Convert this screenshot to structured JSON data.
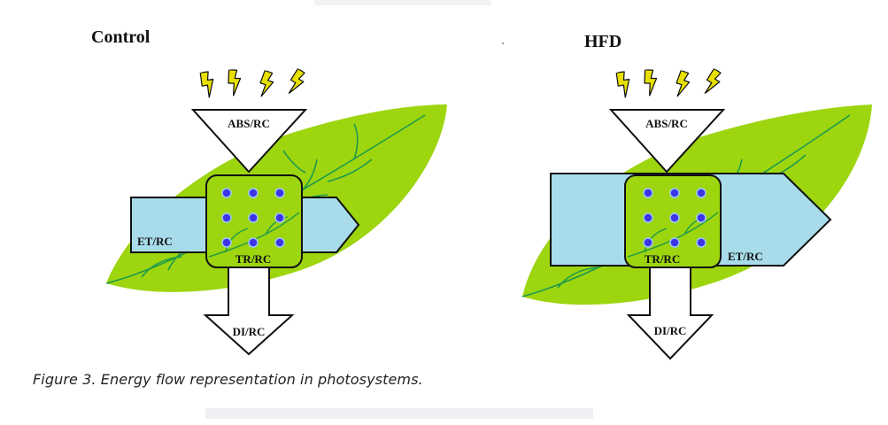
{
  "panels": {
    "control": {
      "title": "Control",
      "abs_label": "ABS/RC",
      "tr_label": "TR/RC",
      "et_label": "ET/RC",
      "di_label": "DI/RC"
    },
    "hfd": {
      "title": "HFD",
      "abs_label": "ABS/RC",
      "tr_label": "TR/RC",
      "et_label": "ET/RC",
      "di_label": "DI/RC"
    }
  },
  "caption": "Figure 3. Energy flow representation in photosystems.",
  "colors": {
    "leaf": "#9dd50f",
    "leaf_vein": "#1c9a4a",
    "arrow_fill": "#a8dcea",
    "dot": "#3d35e3",
    "lightning": "#e8e000"
  },
  "icons": [
    "lightning-bolt-icon"
  ]
}
